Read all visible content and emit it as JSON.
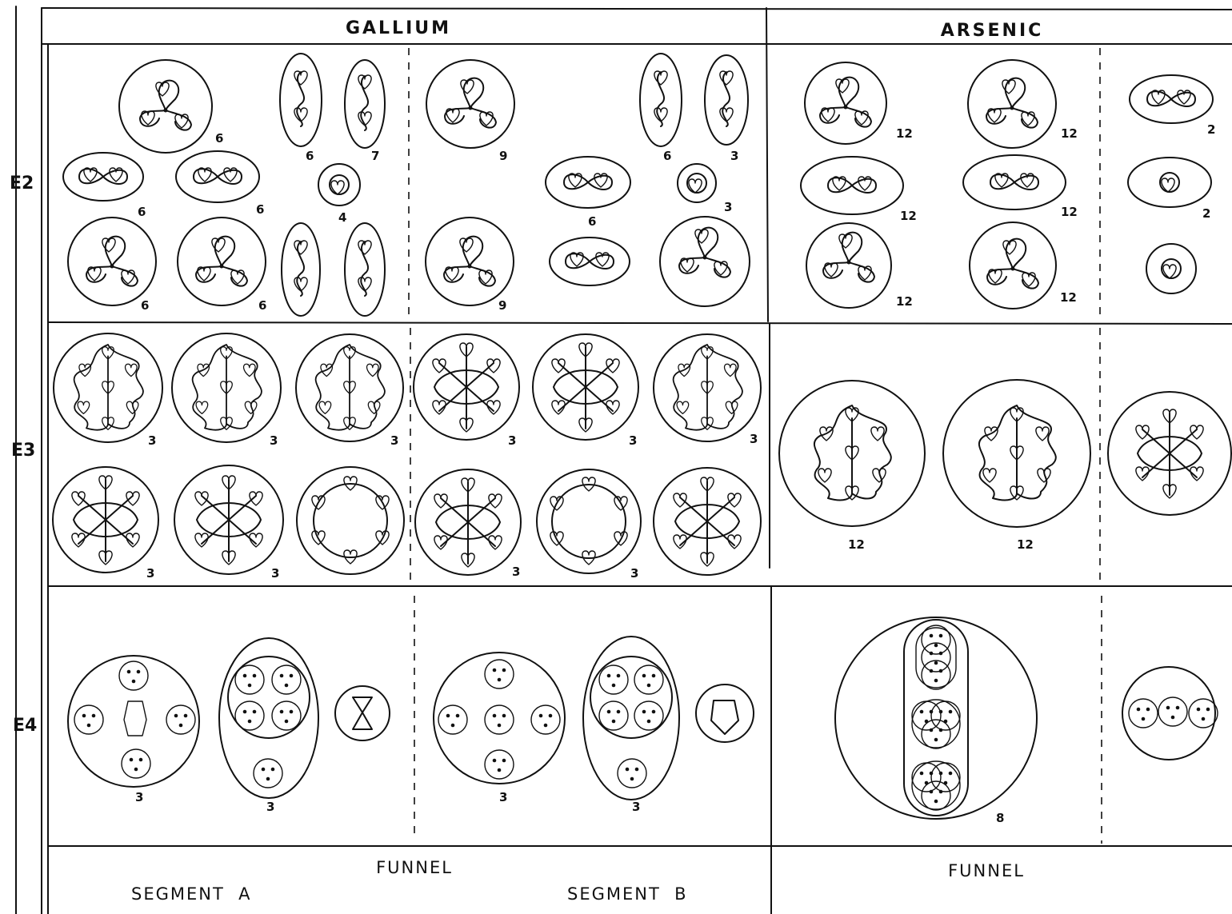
{
  "headers": {
    "gallium": "GALLIUM",
    "arsenic": "ARSENIC"
  },
  "rows": {
    "e2": "E2",
    "e3": "E3",
    "e4": "E4"
  },
  "footer": {
    "gallium_title": "FUNNEL",
    "segment_a": "SEGMENT  A",
    "segment_b": "SEGMENT  B",
    "arsenic_title": "FUNNEL"
  },
  "multiplicities": [
    {
      "value": "6"
    },
    {
      "value": "6"
    },
    {
      "value": "7"
    },
    {
      "value": "9"
    },
    {
      "value": "6"
    },
    {
      "value": "3"
    },
    {
      "value": "6"
    },
    {
      "value": "6"
    },
    {
      "value": "4"
    },
    {
      "value": "6"
    },
    {
      "value": "3"
    },
    {
      "value": "6"
    },
    {
      "value": "6"
    },
    {
      "value": "9"
    },
    {
      "value": "12"
    },
    {
      "value": "12"
    },
    {
      "value": "2"
    },
    {
      "value": "12"
    },
    {
      "value": "12"
    },
    {
      "value": "2"
    },
    {
      "value": "12"
    },
    {
      "value": "12"
    },
    {
      "value": "3"
    },
    {
      "value": "3"
    },
    {
      "value": "3"
    },
    {
      "value": "3"
    },
    {
      "value": "3"
    },
    {
      "value": "3"
    },
    {
      "value": "3"
    },
    {
      "value": "3"
    },
    {
      "value": "3"
    },
    {
      "value": "3"
    },
    {
      "value": "12"
    },
    {
      "value": "12"
    },
    {
      "value": "3"
    },
    {
      "value": "3"
    },
    {
      "value": "3"
    },
    {
      "value": "3"
    },
    {
      "value": "8"
    }
  ]
}
